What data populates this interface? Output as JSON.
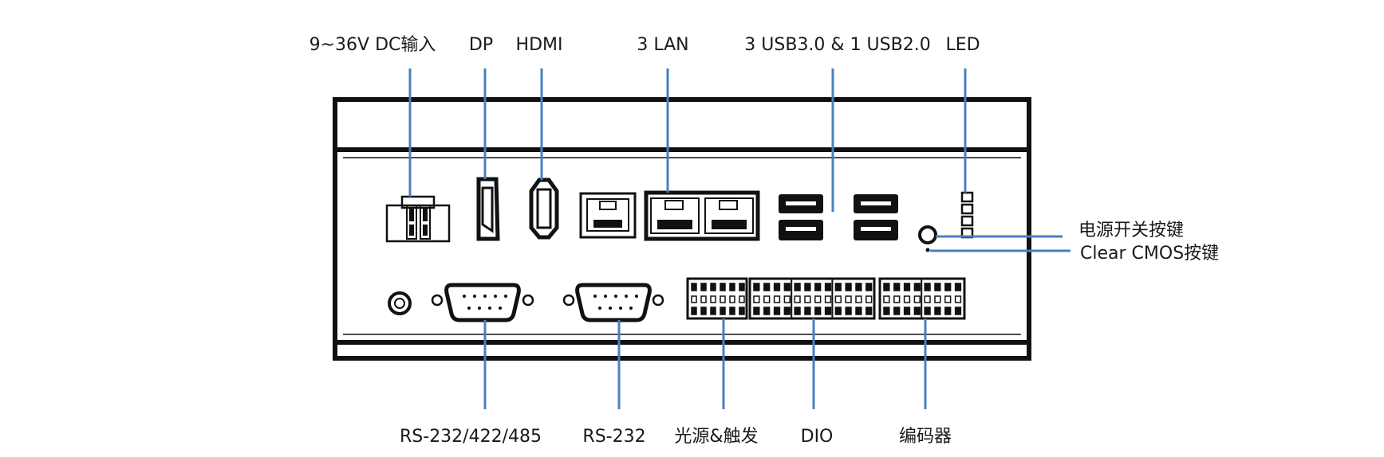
{
  "colors": {
    "leader": "#4a7fbf",
    "outline": "#111111",
    "background": "#ffffff"
  },
  "labels": {
    "top": {
      "dc_input": "9~36V DC输入",
      "dp": "DP",
      "hdmi": "HDMI",
      "lan": "3 LAN",
      "usb": "3 USB3.0 & 1 USB2.0",
      "led": "LED"
    },
    "side": {
      "power_button": "电源开关按键",
      "clear_cmos": "Clear CMOS按键"
    },
    "bottom": {
      "rs232_422_485": "RS-232/422/485",
      "rs232": "RS-232",
      "light_trigger": "光源&触发",
      "dio": "DIO",
      "encoder": "编码器"
    }
  }
}
